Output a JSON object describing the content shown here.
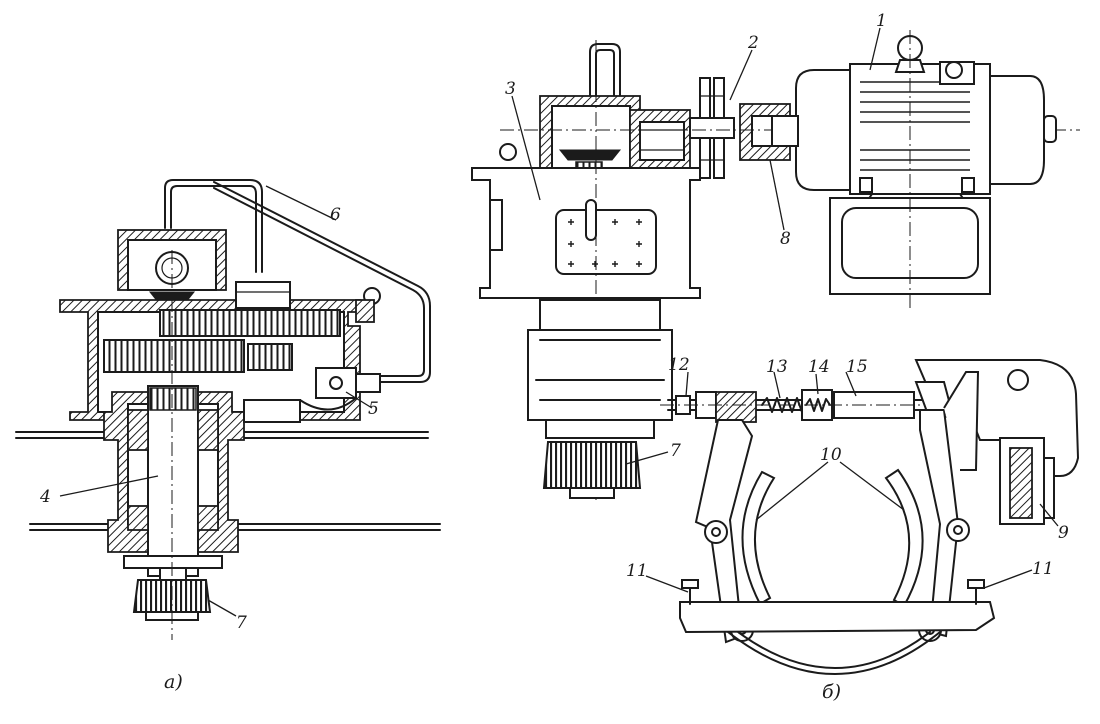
{
  "figure": {
    "part_labels": [
      {
        "id": "1",
        "text": "1"
      },
      {
        "id": "2",
        "text": "2"
      },
      {
        "id": "3",
        "text": "3"
      },
      {
        "id": "4",
        "text": "4"
      },
      {
        "id": "5",
        "text": "5"
      },
      {
        "id": "6",
        "text": "6"
      },
      {
        "id": "7a",
        "text": "7"
      },
      {
        "id": "7b",
        "text": "7"
      },
      {
        "id": "8",
        "text": "8"
      },
      {
        "id": "9",
        "text": "9"
      },
      {
        "id": "10",
        "text": "10"
      },
      {
        "id": "11a",
        "text": "11"
      },
      {
        "id": "11b",
        "text": "11"
      },
      {
        "id": "12",
        "text": "12"
      },
      {
        "id": "13",
        "text": "13"
      },
      {
        "id": "14",
        "text": "14"
      },
      {
        "id": "15",
        "text": "15"
      }
    ],
    "captions": {
      "a": "а)",
      "b": "б)"
    }
  }
}
